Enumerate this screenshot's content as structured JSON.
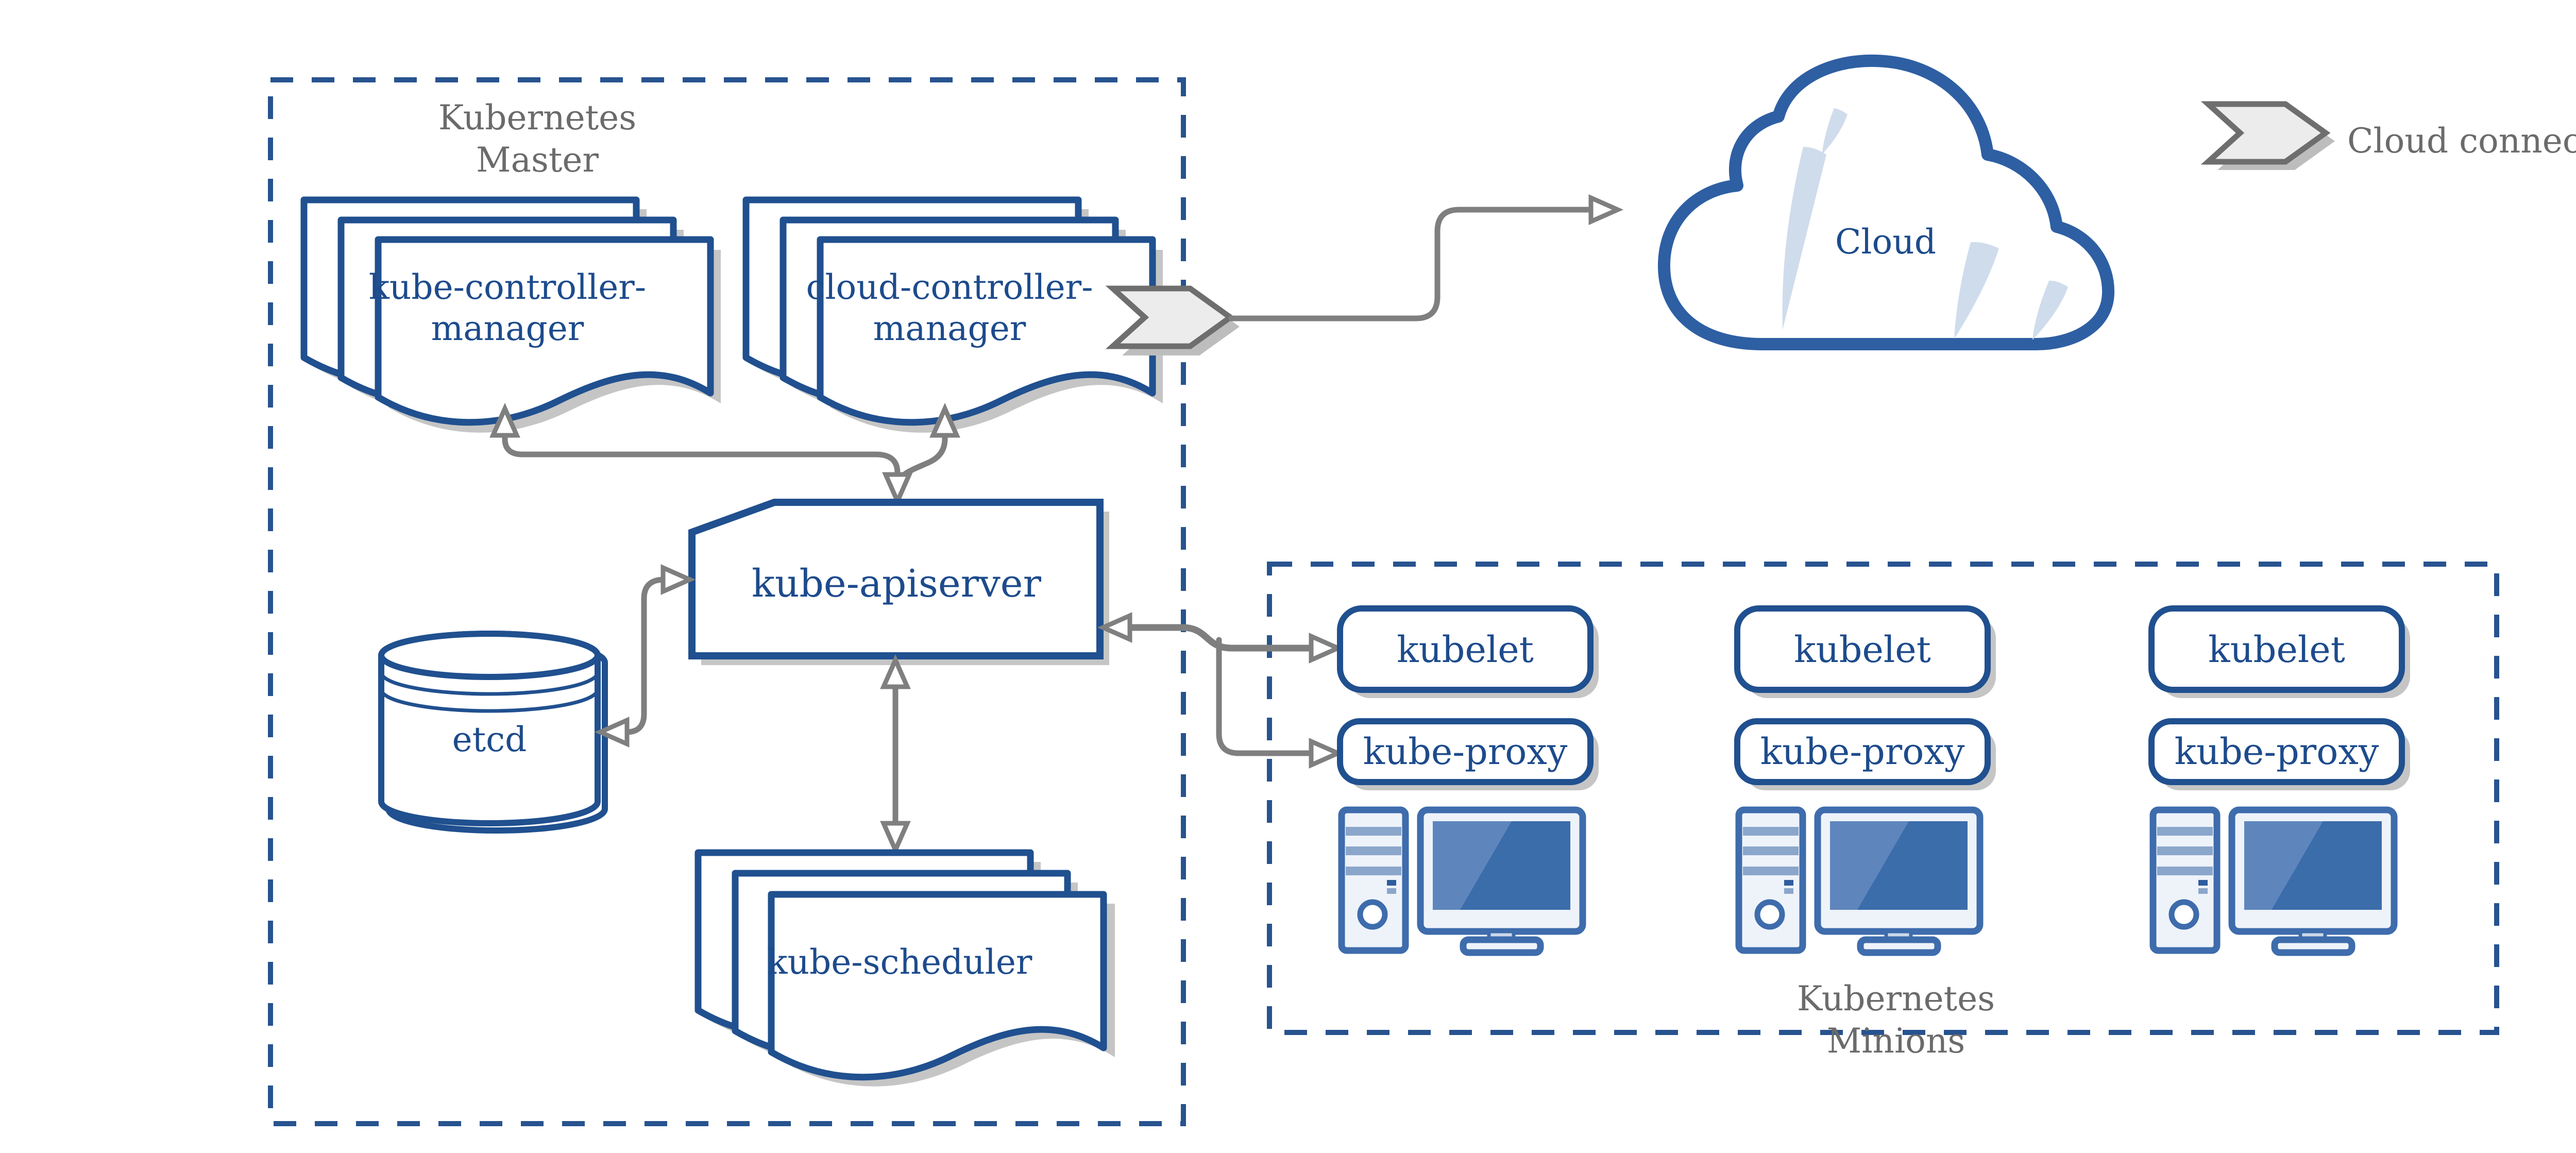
{
  "master": {
    "title": {
      "line1": "Kubernetes",
      "line2": "Master"
    },
    "kube_controller_manager": {
      "line1": "kube-controller-",
      "line2": "manager"
    },
    "cloud_controller_manager": {
      "line1": "cloud-controller-",
      "line2": "manager"
    },
    "kube_apiserver": "kube-apiserver",
    "etcd": "etcd",
    "kube_scheduler": "kube-scheduler"
  },
  "cloud": {
    "label": "Cloud"
  },
  "legend": {
    "label": "Cloud connector",
    "icon": "cloud-connector-chevron-icon"
  },
  "minions": {
    "title": {
      "line1": "Kubernetes",
      "line2": "Minions"
    },
    "nodes": [
      {
        "kubelet": "kubelet",
        "kube_proxy": "kube-proxy"
      },
      {
        "kubelet": "kubelet",
        "kube_proxy": "kube-proxy"
      },
      {
        "kubelet": "kubelet",
        "kube_proxy": "kube-proxy"
      }
    ]
  },
  "colors": {
    "diagram_blue": "#1d4b8c",
    "icon_blue": "#3e6cac",
    "dash_blue": "#27538f",
    "arrow_gray": "#7f7f7f",
    "label_gray": "#6b6b6b",
    "cloud_accent": "#cfdcec"
  }
}
